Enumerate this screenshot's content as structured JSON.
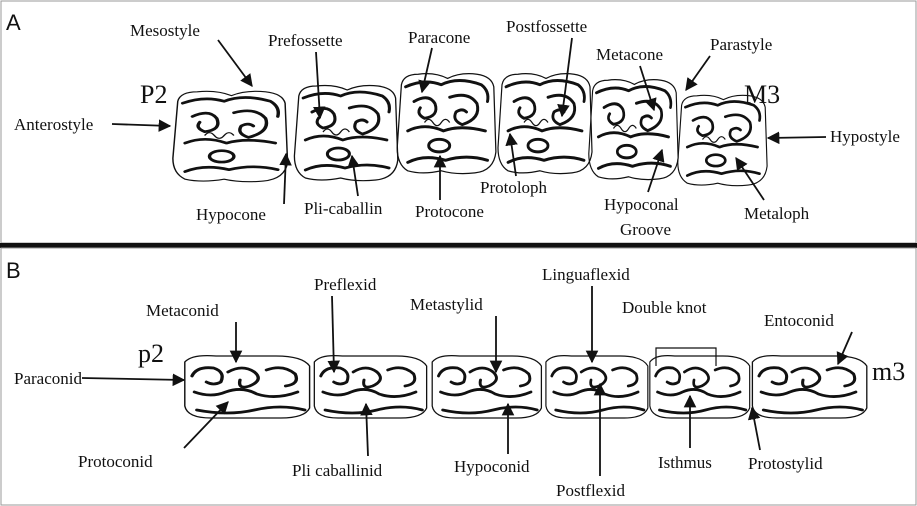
{
  "panel_a": {
    "letter": "A",
    "tooth_first": "P2",
    "tooth_last": "M3",
    "labels": {
      "mesostyle": "Mesostyle",
      "prefossette": "Prefossette",
      "paracone": "Paracone",
      "postfossette": "Postfossette",
      "metacone": "Metacone",
      "parastyle": "Parastyle",
      "anterostyle": "Anterostyle",
      "hypostyle": "Hypostyle",
      "hypocone": "Hypocone",
      "pli_caballin": "Pli-caballin",
      "protocone": "Protocone",
      "protoloph": "Protoloph",
      "hypoconal_1": "Hypoconal",
      "hypoconal_2": "Groove",
      "metaloph": "Metaloph"
    }
  },
  "panel_b": {
    "letter": "B",
    "tooth_first": "p2",
    "tooth_last": "m3",
    "labels": {
      "metaconid": "Metaconid",
      "preflexid": "Preflexid",
      "metastylid": "Metastylid",
      "linguaflexid": "Linguaflexid",
      "double_knot": "Double knot",
      "entoconid": "Entoconid",
      "paraconid": "Paraconid",
      "protoconid": "Protoconid",
      "pli_caballinid": "Pli caballinid",
      "hypoconid": "Hypoconid",
      "postflexid": "Postflexid",
      "isthmus": "Isthmus",
      "protostylid": "Protostylid"
    }
  }
}
